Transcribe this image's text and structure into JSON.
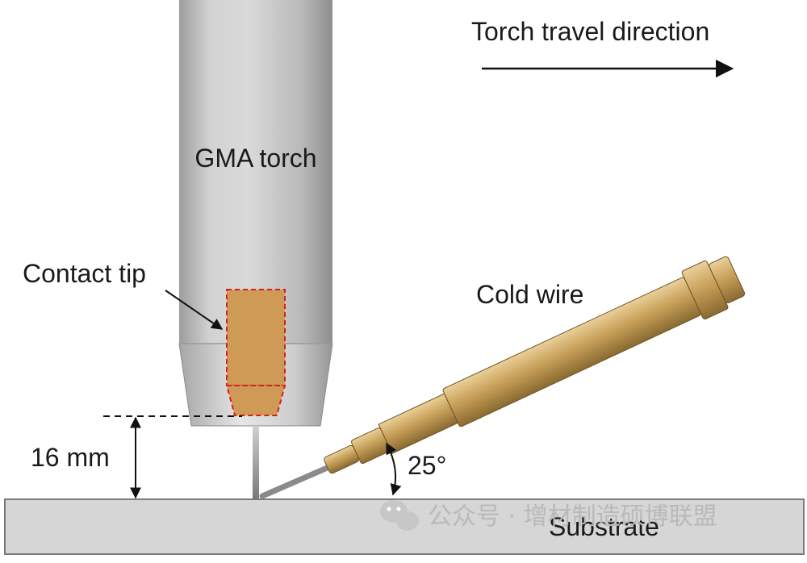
{
  "labels": {
    "torch": "GMA torch",
    "contact_tip": "Contact tip",
    "cold_wire": "Cold wire",
    "travel_direction": "Torch travel direction",
    "distance": "16 mm",
    "angle": "25°",
    "substrate": "Substrate"
  },
  "watermark": {
    "text": "公众号 · 增材制造硕博联盟",
    "icon": "wechat-icon"
  },
  "colors": {
    "torch_body": "#c4c4c4",
    "contact_tip": "#cf9a55",
    "contact_tip_outline": "#d42020",
    "cold_wire_tube": "#c8a05a",
    "substrate": "#d6d6d6"
  }
}
